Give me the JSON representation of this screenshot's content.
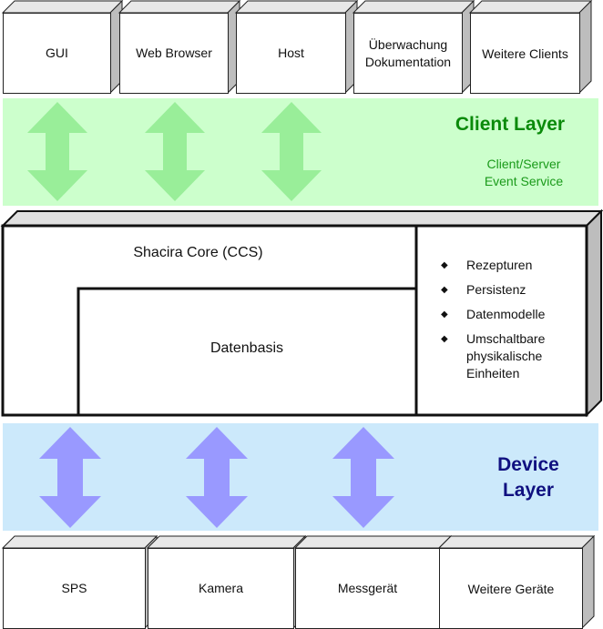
{
  "clients": [
    "GUI",
    "Web Browser",
    "Host",
    "Überwachung\nDokumentation",
    "Weitere Clients"
  ],
  "client_layer": {
    "title": "Client Layer",
    "subtitle_line1": "Client/Server",
    "subtitle_line2": "Event Service"
  },
  "core": {
    "title": "Shacira Core (CCS)",
    "database": "Datenbasis",
    "features": [
      "Rezepturen",
      "Persistenz",
      "Datenmodelle",
      "Umschaltbare physikalische Einheiten"
    ]
  },
  "device_layer": {
    "title_line1": "Device",
    "title_line2": "Layer"
  },
  "devices": [
    "SPS",
    "Kamera",
    "Messgerät",
    "Weitere Geräte"
  ],
  "colors": {
    "client_layer_bg": "#ccffcc",
    "device_layer_bg": "#cce9fb",
    "client_arrow": "#99ee99",
    "device_arrow": "#9999ff",
    "client_title": "#0a8a0a",
    "device_title": "#101080"
  }
}
